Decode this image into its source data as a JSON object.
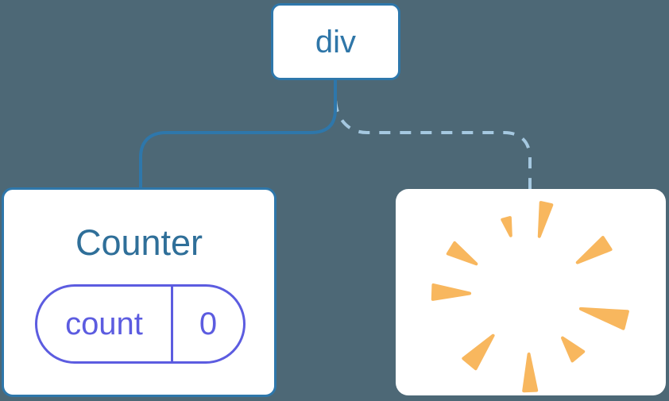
{
  "diagram": {
    "root_node": {
      "label": "div"
    },
    "counter_node": {
      "title": "Counter",
      "state": {
        "key": "count",
        "value": "0"
      }
    },
    "removed_node": {
      "icon": "poof-starburst-icon"
    }
  },
  "colors": {
    "background": "#4d6876",
    "card_fill": "#ffffff",
    "node_border": "#2e77ab",
    "connector_solid": "#2e77ab",
    "connector_dashed": "#a5c8e0",
    "node_text": "#2f76a8",
    "counter_title": "#2f6f99",
    "pill_accent": "#5c5ce0",
    "poof_orange": "#f8b75e"
  }
}
